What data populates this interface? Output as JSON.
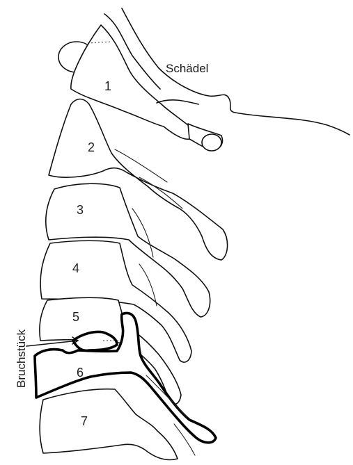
{
  "labels": {
    "skull": "Schädel",
    "fragment": "Bruchstück"
  },
  "vertebrae": [
    {
      "name": "1",
      "label": "1"
    },
    {
      "name": "2",
      "label": "2"
    },
    {
      "name": "3",
      "label": "3"
    },
    {
      "name": "4",
      "label": "4"
    },
    {
      "name": "5",
      "label": "5"
    },
    {
      "name": "6",
      "label": "6"
    },
    {
      "name": "7",
      "label": "7"
    }
  ],
  "colors": {
    "line": "#111111",
    "background": "#ffffff",
    "highlight_outline": "#000000"
  }
}
